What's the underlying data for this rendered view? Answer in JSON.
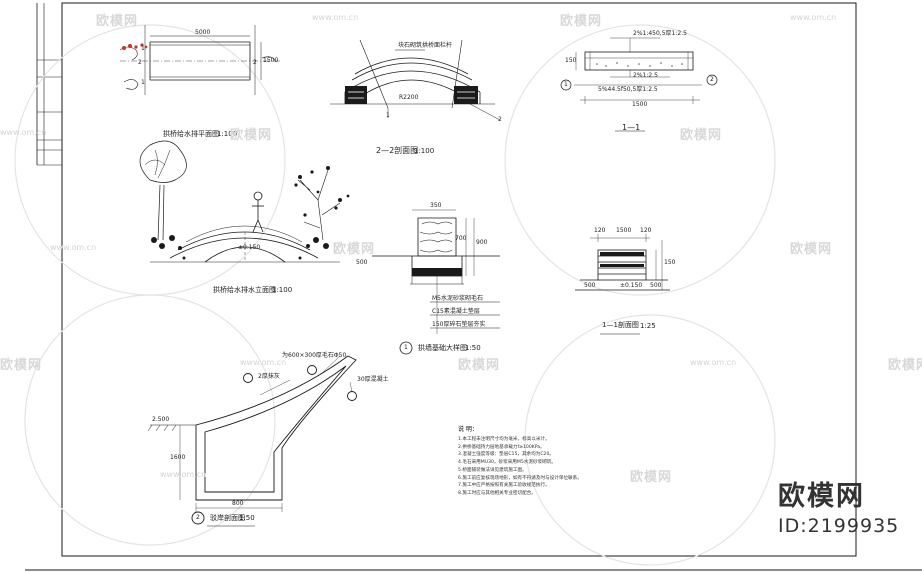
{
  "colors": {
    "line": "#1a1a1a",
    "watermark": "#d6d6d6",
    "brand": "#333333",
    "foliage_accent": "#c0392b"
  },
  "plan_view": {
    "title": "拱桥给水排平面图",
    "scale": "1:100",
    "span_dim": "5000",
    "width_dim": "1500",
    "section_marks": [
      "1",
      "1",
      "2",
      "2"
    ]
  },
  "section_22": {
    "title": "2—2剖面图",
    "scale": "1:100",
    "callout_top": "块石砌筑拱桥面栏杆",
    "radius_dim": "R2200",
    "bubble_1": "1",
    "bubble_2": "2"
  },
  "section_11_top": {
    "title": "1—1",
    "note_top": "2%1:450,5厚1:2.5",
    "note_mid": "2%1:2.5",
    "note_bottom": "5%44.5f50,5厚1:2.5",
    "dim_height": "150",
    "dim_width": "1500",
    "bubble_left": "1",
    "bubble_right": "2"
  },
  "elevation": {
    "title": "拱桥给水排水立面图",
    "scale": "1:100",
    "elev_mark": "±0.150"
  },
  "detail_1": {
    "title": "拱墙基础大样图",
    "scale": "1:50",
    "bubble": "1",
    "dim_top": "350",
    "dim_side": "900",
    "dim_left": "500",
    "dim_label": "700",
    "legend": [
      "M5水泥砂浆砌毛石",
      "C15素混凝土垫层",
      "150厚碎石垫层夯实"
    ]
  },
  "section_11_bottom": {
    "title": "1—1剖面图",
    "scale": "1:25",
    "dim_a": "120",
    "dim_b": "1500",
    "dim_c": "120",
    "dim_h": "150",
    "dim_left": "500",
    "dim_right": "500",
    "elev": "±0.150"
  },
  "detail_2": {
    "title": "驳岸剖面图",
    "scale": "1:50",
    "bubble": "2",
    "callout_1": "为600×300厚毛石Φ50",
    "callout_2": "2厚抹灰",
    "callout_3": "30厚混凝土",
    "elev": "2.500",
    "dim_depth": "1600",
    "dim_base": "800"
  },
  "notes": {
    "heading": "说 明：",
    "items": [
      "1.本工程未注明尺寸均为毫米，标高以米计。",
      "2.拱桥基础持力层地基承载力f≥100KPa。",
      "3.混凝土强度等级：垫层C15，其余均为C20。",
      "4.毛石采用MU30，砂浆采用M5水泥砂浆砌筑。",
      "5.桥面铺装做法详见建筑施工图。",
      "6.施工前应复核现场地形，如有不符请及时与设计单位联系。",
      "7.施工中应严格按照有关施工验收规范执行。",
      "8.施工时应与其他相关专业密切配合。"
    ]
  },
  "watermarks": {
    "logo_text": "欧模网",
    "url_text": "www.om.cn"
  },
  "brand": {
    "name": "欧模网",
    "id": "ID:2199935"
  }
}
